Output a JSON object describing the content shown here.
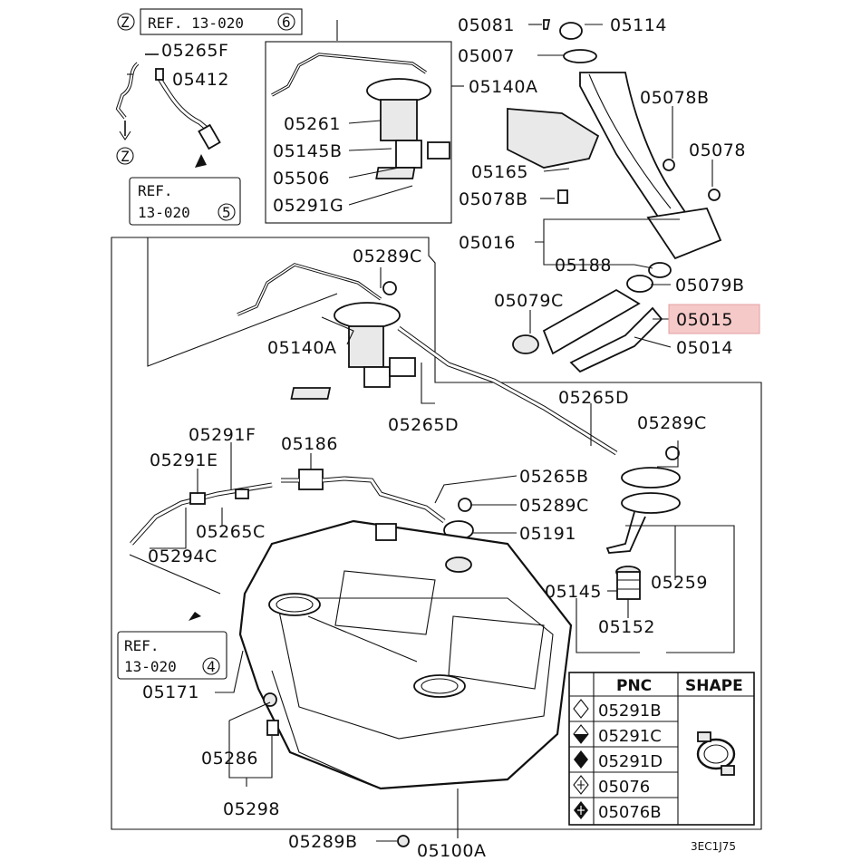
{
  "diagram_code": "3EC1J75",
  "ref_boxes": [
    {
      "id": "ref-6",
      "text": "REF. 13-020",
      "circle": "6"
    },
    {
      "id": "ref-5",
      "line1": "REF.",
      "line2": "13-020",
      "circle": "5"
    },
    {
      "id": "ref-4",
      "line1": "REF.",
      "line2": "13-020",
      "circle": "4"
    }
  ],
  "z_marker": "Z",
  "highlight_color": "#f6c9c9",
  "labels": {
    "p05265F": "05265F",
    "p05412": "05412",
    "p05081": "05081",
    "p05114": "05114",
    "p05007": "05007",
    "p05140A_top": "05140A",
    "p05261": "05261",
    "p05145B": "05145B",
    "p05506": "05506",
    "p05291G": "05291G",
    "p05078B_a": "05078B",
    "p05078": "05078",
    "p05165": "05165",
    "p05078B_b": "05078B",
    "p05016": "05016",
    "p05188": "05188",
    "p05079B": "05079B",
    "p05079C": "05079C",
    "p05015": "05015",
    "p05014": "05014",
    "p05289C_a": "05289C",
    "p05140A": "05140A",
    "p05265D_a": "05265D",
    "p05265D_b": "05265D",
    "p05289C_b": "05289C",
    "p05291F": "05291F",
    "p05186": "05186",
    "p05291E": "05291E",
    "p05265B": "05265B",
    "p05289C_c": "05289C",
    "p05265C": "05265C",
    "p05191": "05191",
    "p05294C": "05294C",
    "p05145": "05145",
    "p05259": "05259",
    "p05152": "05152",
    "p05171": "05171",
    "p05286": "05286",
    "p05298": "05298",
    "p05289B": "05289B",
    "p05100A": "05100A"
  },
  "legend": {
    "headers": {
      "pnc": "PNC",
      "shape": "SHAPE"
    },
    "rows": [
      {
        "symbol": "diamond-open",
        "pnc": "05291B"
      },
      {
        "symbol": "diamond-half",
        "pnc": "05291C"
      },
      {
        "symbol": "diamond-filled",
        "pnc": "05291D"
      },
      {
        "symbol": "diamond-cross",
        "pnc": "05076"
      },
      {
        "symbol": "diamond-cross-filled",
        "pnc": "05076B"
      }
    ],
    "shape_icon": "hose-clamp-icon"
  }
}
